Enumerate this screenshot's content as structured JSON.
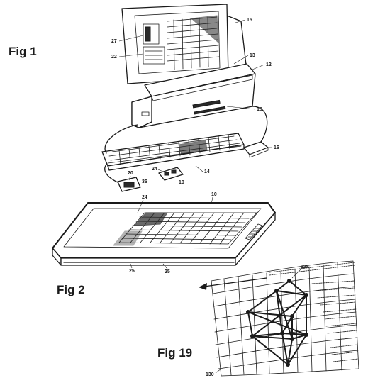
{
  "figures": {
    "fig1": {
      "label": "Fig 1"
    },
    "fig2": {
      "label": "Fig 2"
    },
    "fig19": {
      "label": "Fig 19"
    }
  },
  "reference_numerals": {
    "monitor_screen": "15",
    "screen_window_upper": "27",
    "screen_window_lower": "22",
    "monitor_base": "13",
    "computer_unit": "12",
    "drive_bay": "18",
    "mouse": "16",
    "keyboard": "14",
    "small_device": "24",
    "small_device_body": "10",
    "controller": "20",
    "controller_port": "36",
    "tablet_button": "24",
    "tablet": "10",
    "tablet_foot_left": "25",
    "tablet_foot_right": "25",
    "grid_marker": "128",
    "grid_corner": "130"
  }
}
